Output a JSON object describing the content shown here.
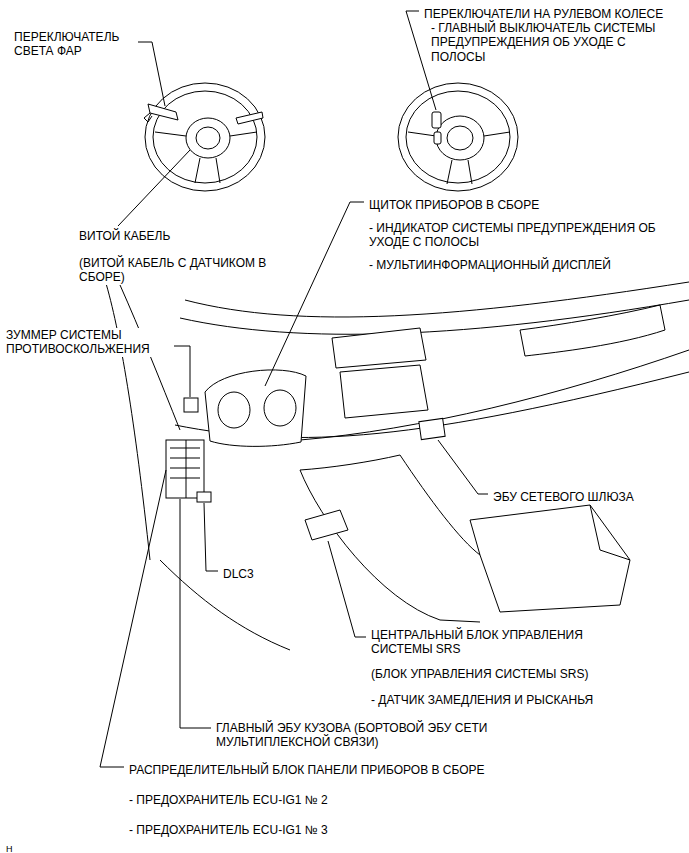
{
  "diagram": {
    "labels": [
      "ПЕРЕКЛЮЧАТЕЛЬ СВЕТА ФАР",
      "ПЕРЕКЛЮЧАТЕЛИ НА РУЛЕВОМ КОЛЕСЕ",
      "- ГЛАВНЫЙ ВЫКЛЮЧАТЕЛЬ СИСТЕМЫ ПРЕДУПРЕЖДЕНИЯ ОБ УХОДЕ С ПОЛОСЫ",
      "ВИТОЙ КАБЕЛЬ",
      "(ВИТОЙ КАБЕЛЬ С ДАТЧИКОМ В СБОРЕ)",
      "ЩИТОК ПРИБОРОВ В СБОРЕ",
      "- ИНДИКАТОР СИСТЕМЫ ПРЕДУПРЕЖДЕНИЯ ОБ УХОДЕ С ПОЛОСЫ",
      "- МУЛЬТИИНФОРМАЦИОННЫЙ ДИСПЛЕЙ",
      "ЗУММЕР СИСТЕМЫ ПРОТИВОСКОЛЬЖЕНИЯ",
      "ЭБУ СЕТЕВОГО ШЛЮЗА",
      "DLC3",
      "ЦЕНТРАЛЬНЫЙ БЛОК УПРАВЛЕНИЯ СИСТЕМЫ SRS",
      "(БЛОК УПРАВЛЕНИЯ СИСТЕМЫ SRS)",
      "- ДАТЧИК ЗАМЕДЛЕНИЯ И РЫСКАНЬЯ",
      "ГЛАВНЫЙ ЭБУ КУЗОВА (БОРТОВОЙ ЭБУ СЕТИ МУЛЬТИПЛЕКСНОЙ СВЯЗИ)",
      "РАСПРЕДЕЛИТЕЛЬНЫЙ БЛОК ПАНЕЛИ ПРИБОРОВ В СБОРЕ",
      "- ПРЕДОХРАНИТЕЛЬ ECU-IG1 № 2",
      "- ПРЕДОХРАНИТЕЛЬ ECU-IG1 № 3",
      "H"
    ]
  }
}
